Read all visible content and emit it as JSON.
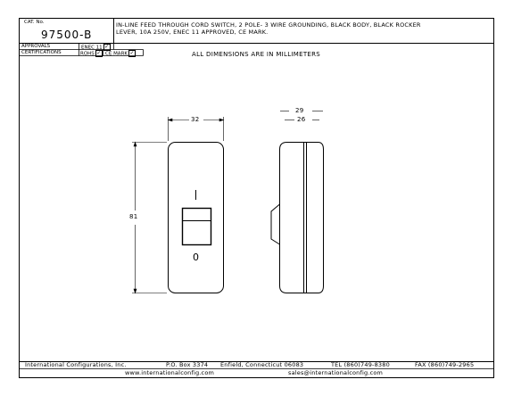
{
  "title_block": {
    "cat_no_label": "CAT. No.",
    "cat_no": "97500-B",
    "description_line1": "IN-LINE FEED THROUGH CORD SWITCH, 2 POLE- 3 WIRE GROUNDING, BLACK BODY, BLACK ROCKER",
    "description_line2": "LEVER, 10A 250V, ENEC 11 APPROVED, CE MARK.",
    "approvals_label": "APPROVALS",
    "approvals_value": "ENEC 11",
    "certifications_label": "CERTIFICATIONS",
    "rohs_label": "ROHS",
    "ce_label": "CE MARK",
    "check_glyph": "✓"
  },
  "note": "ALL DIMENSIONS ARE IN MILLIMETERS",
  "dimensions": {
    "front_width": "32",
    "side_outer": "29",
    "side_inner": "26",
    "height": "81"
  },
  "switch_marks": {
    "on": "I",
    "off": "0"
  },
  "footer": {
    "company": "International Configurations, Inc.",
    "po_box": "P.O. Box 3374",
    "city": "Enfield, Connecticut 06083",
    "tel": "TEL (860)749-8380",
    "fax": "FAX (860)749-2965",
    "website": "www.internationalconfig.com",
    "email": "sales@internationalconfig.com"
  }
}
